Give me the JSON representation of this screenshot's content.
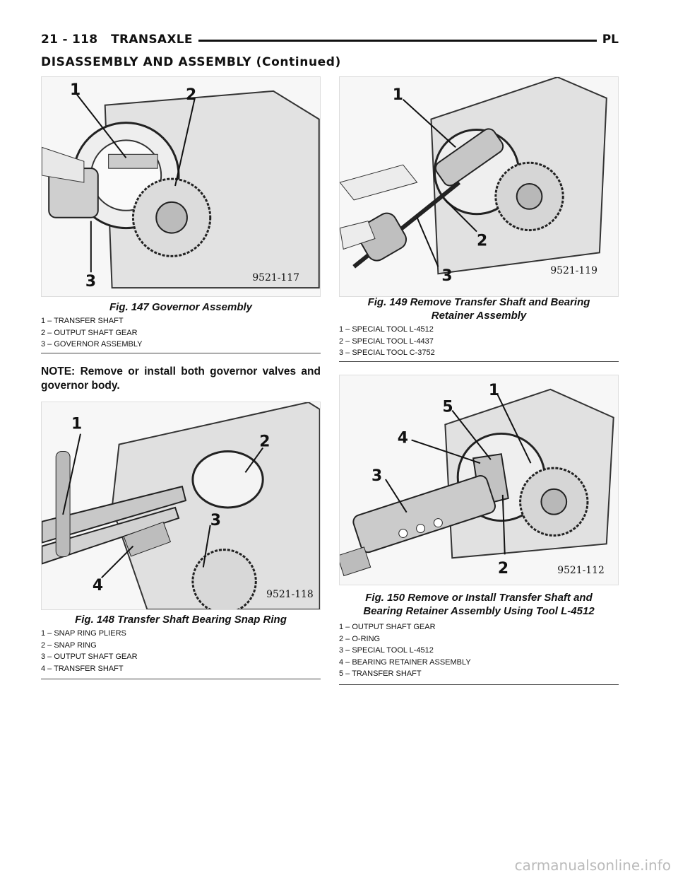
{
  "header": {
    "page": "21 - 118",
    "section": "TRANSAXLE",
    "model": "PL"
  },
  "section_title": "DISASSEMBLY AND ASSEMBLY (Continued)",
  "note": "NOTE: Remove or install both governor valves and governor body.",
  "figures": {
    "fig147": {
      "code": "9521-117",
      "caption": "Fig. 147 Governor Assembly",
      "legend": [
        "1 – TRANSFER SHAFT",
        "2 – OUTPUT SHAFT GEAR",
        "3 – GOVERNOR ASSEMBLY"
      ],
      "callouts": [
        "1",
        "2",
        "3"
      ]
    },
    "fig148": {
      "code": "9521-118",
      "caption": "Fig. 148 Transfer Shaft Bearing Snap Ring",
      "legend": [
        "1 – SNAP RING PLIERS",
        "2 – SNAP RING",
        "3 – OUTPUT SHAFT GEAR",
        "4 – TRANSFER SHAFT"
      ],
      "callouts": [
        "1",
        "2",
        "3",
        "4"
      ]
    },
    "fig149": {
      "code": "9521-119",
      "caption_line1": "Fig. 149 Remove Transfer Shaft and Bearing",
      "caption_line2": "Retainer Assembly",
      "legend": [
        "1 – SPECIAL TOOL L-4512",
        "2 – SPECIAL TOOL L-4437",
        "3 – SPECIAL TOOL C-3752"
      ],
      "callouts": [
        "1",
        "2",
        "3"
      ]
    },
    "fig150": {
      "code": "9521-112",
      "caption_line1": "Fig. 150 Remove or Install Transfer Shaft and",
      "caption_line2": "Bearing Retainer Assembly Using Tool L-4512",
      "legend": [
        "1 – OUTPUT SHAFT GEAR",
        "2 – O-RING",
        "3 – SPECIAL TOOL L-4512",
        "4 – BEARING RETAINER ASSEMBLY",
        "5 – TRANSFER SHAFT"
      ],
      "callouts": [
        "1",
        "2",
        "3",
        "4",
        "5"
      ]
    }
  },
  "watermark": "carmanualsonline.info"
}
